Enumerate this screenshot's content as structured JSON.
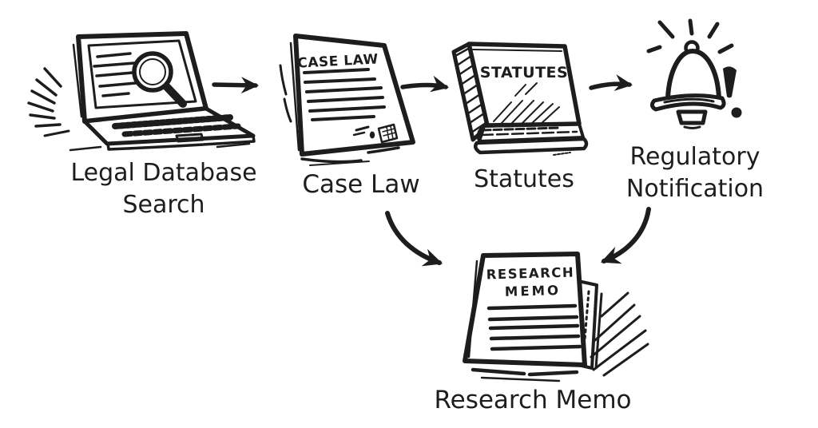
{
  "diagram": {
    "type": "flowchart",
    "style": "hand-drawn-sketch",
    "colors": {
      "ink": "#1d1d1d",
      "background": "#ffffff"
    },
    "nodes": [
      {
        "id": "legal-database-search",
        "icon": "laptop-magnifier-icon",
        "label_line1": "Legal Database",
        "label_line2": "Search"
      },
      {
        "id": "case-law",
        "icon": "legal-document-icon",
        "doc_title": "CASE LAW",
        "label": "Case Law"
      },
      {
        "id": "statutes",
        "icon": "law-book-icon",
        "book_title": "STATUTES",
        "label": "Statutes"
      },
      {
        "id": "regulatory-notification",
        "icon": "alert-bell-icon",
        "label_line1": "Regulatory",
        "label_line2": "Notification"
      },
      {
        "id": "research-memo",
        "icon": "memo-pages-icon",
        "memo_title_line1": "RESEARCH",
        "memo_title_line2": "MEMO",
        "label": "Research Memo"
      }
    ],
    "connections": [
      {
        "from": "legal-database-search",
        "to": "case-law",
        "style": "straight-arrow"
      },
      {
        "from": "case-law",
        "to": "statutes",
        "style": "straight-arrow"
      },
      {
        "from": "statutes",
        "to": "regulatory-notification",
        "style": "straight-arrow"
      },
      {
        "from": "case-law",
        "to": "research-memo",
        "style": "curved-arrow"
      },
      {
        "from": "regulatory-notification",
        "to": "research-memo",
        "style": "curved-arrow"
      }
    ]
  }
}
